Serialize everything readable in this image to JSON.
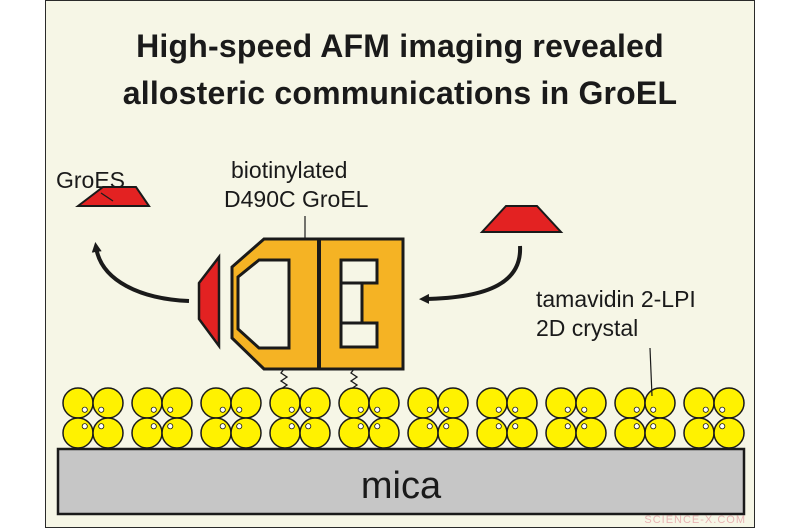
{
  "title": {
    "line1": "High-speed AFM imaging revealed",
    "line2": "allosteric communications in GroEL"
  },
  "labels": {
    "groes": "GroES",
    "groel_line1": "biotinylated",
    "groel_line2": "D490C GroEL",
    "crystal_line1": "tamavidin 2-LPI",
    "crystal_line2": "2D crystal",
    "substrate": "mica"
  },
  "watermark": "SCIENCE-X.COM",
  "colors": {
    "background": "#f6f6e6",
    "groes": "#e32222",
    "groel": "#f5b324",
    "tamavidin": "#fff200",
    "mica": "#c6c6c6",
    "outline": "#1a1a1a"
  },
  "icons": [
    "curved-arrow-icon",
    "curved-arrow-icon"
  ]
}
